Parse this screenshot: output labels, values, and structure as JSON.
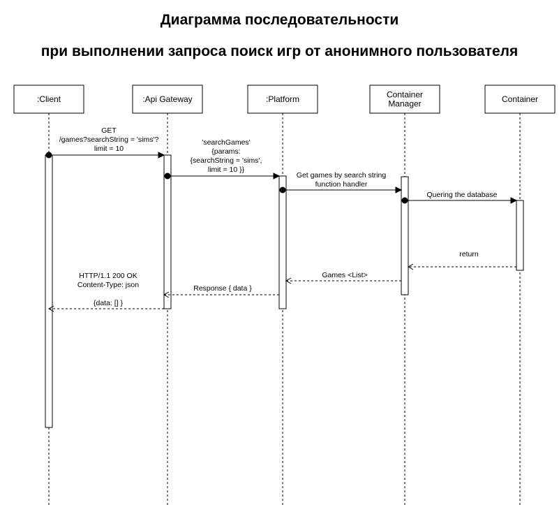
{
  "title": {
    "line1": "Диаграмма последовательности",
    "line2": "при выполнении запроса поиск игр от анонимного пользователя"
  },
  "participants": [
    {
      "id": "client",
      "lines": [
        ":Client"
      ]
    },
    {
      "id": "gateway",
      "lines": [
        ":Api Gateway"
      ]
    },
    {
      "id": "platform",
      "lines": [
        ":Platform"
      ]
    },
    {
      "id": "manager",
      "lines": [
        "Container",
        "Manager"
      ]
    },
    {
      "id": "container",
      "lines": [
        "Container"
      ]
    }
  ],
  "messages": [
    {
      "id": "msg-get",
      "from": "client",
      "to": "gateway",
      "kind": "call",
      "lines": [
        "GET",
        "/games?searchString = 'sims'?",
        "limit = 10"
      ]
    },
    {
      "id": "msg-searchgames",
      "from": "gateway",
      "to": "platform",
      "kind": "call",
      "lines": [
        "'searchGames'",
        "{params:",
        "{searchString = 'sims',",
        "limit = 10 }}"
      ]
    },
    {
      "id": "msg-handler",
      "from": "platform",
      "to": "manager",
      "kind": "call",
      "lines": [
        "Get  games by search string",
        "function handler"
      ]
    },
    {
      "id": "msg-query",
      "from": "manager",
      "to": "container",
      "kind": "call",
      "lines": [
        "Quering the database"
      ]
    },
    {
      "id": "msg-return",
      "from": "container",
      "to": "manager",
      "kind": "return",
      "lines": [
        "return"
      ]
    },
    {
      "id": "msg-games",
      "from": "manager",
      "to": "platform",
      "kind": "return",
      "lines": [
        "Games <List>"
      ]
    },
    {
      "id": "msg-response",
      "from": "platform",
      "to": "gateway",
      "kind": "return",
      "lines": [
        "Response { data }"
      ]
    },
    {
      "id": "msg-http",
      "from": "gateway",
      "to": "client",
      "kind": "return",
      "lines": [
        "HTTP/1.1 200 OK",
        "Content-Type: json",
        "",
        "{data: [] }"
      ]
    }
  ]
}
